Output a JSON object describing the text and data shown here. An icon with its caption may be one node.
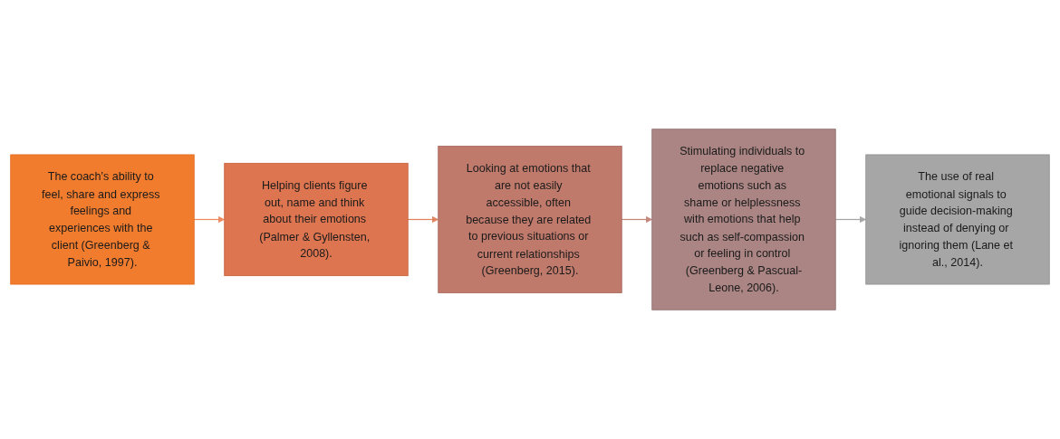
{
  "diagram": {
    "nodes": [
      {
        "text": [
          "The coach’s ability to feel, share and express feelings and experiences with the client (Greenberg & Paivio, 1997)."
        ]
      },
      {
        "text": [
          "Helping clients figure out, name and think about their emotions (Palmer & Gyllensten, 2008)."
        ]
      },
      {
        "text": [
          "Looking at emotions that are not easily accessible, often because they are related to previous situations or current relationships (Greenberg, 2015)."
        ]
      },
      {
        "text": [
          "Stimulating individuals to replace negative emotions such as shame or helplessness with emotions that help such as self-compassion or feeling in control (Greenberg & Pascual-Leone, 2006)."
        ]
      },
      {
        "text": [
          "The use of real emotional signals to guide decision-making instead of denying or ignoring them (Lane et al., 2014)."
        ]
      }
    ],
    "edges": [
      {
        "from": 0,
        "to": 1,
        "arrow": "to",
        "color": "#ee8a5e"
      },
      {
        "from": 1,
        "to": 2,
        "arrow": "to",
        "color": "#e0825e"
      },
      {
        "from": 2,
        "to": 3,
        "arrow": "to",
        "color": "#c4877c"
      },
      {
        "from": 3,
        "to": 4,
        "arrow": "to",
        "color": "#a6a6a6"
      }
    ]
  }
}
